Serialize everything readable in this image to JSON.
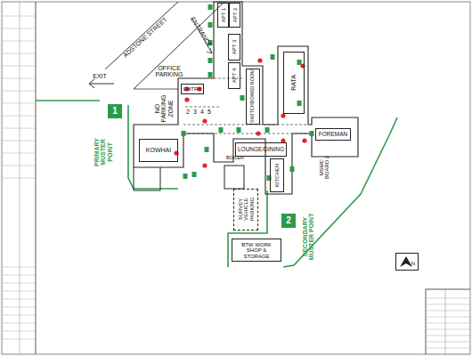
{
  "diagram": {
    "nodes": [
      {
        "text": [
          "1",
          "PRIMARY MUSTER POINT"
        ]
      },
      {
        "text": [
          "ENTRY"
        ]
      },
      {
        "text": [
          "APT 1"
        ]
      },
      {
        "text": [
          "APT 2"
        ]
      },
      {
        "text": [
          "APT 3"
        ]
      },
      {
        "text": [
          "APT 4"
        ]
      },
      {
        "text": [
          "SWITCHBOARD ROOM"
        ]
      },
      {
        "text": [
          "RATA"
        ]
      },
      {
        "text": [
          "FOREMAN"
        ]
      },
      {
        "text": [
          "KOWHAI"
        ]
      },
      {
        "text": [
          "LOUNGE/DINING"
        ]
      },
      {
        "text": [
          "KITCHEN"
        ]
      },
      {
        "text": [
          "BOILER"
        ]
      },
      {
        "text": [
          "SURVEY VEHICLE PARKING"
        ]
      },
      {
        "text": [
          "2",
          "SECONDARY MUSTER POINT"
        ]
      },
      {
        "text": [
          "BTW WORK SHOP & STORAGE"
        ]
      },
      {
        "text": [
          "N"
        ]
      }
    ],
    "labels": [
      "ADSTONE STREET",
      "ENTRANCE",
      "OFFICE PARKING",
      "EXIT",
      "NO PARKING ZONE",
      "2",
      "3",
      "4",
      "5",
      "MSMC BOARD 2"
    ]
  }
}
